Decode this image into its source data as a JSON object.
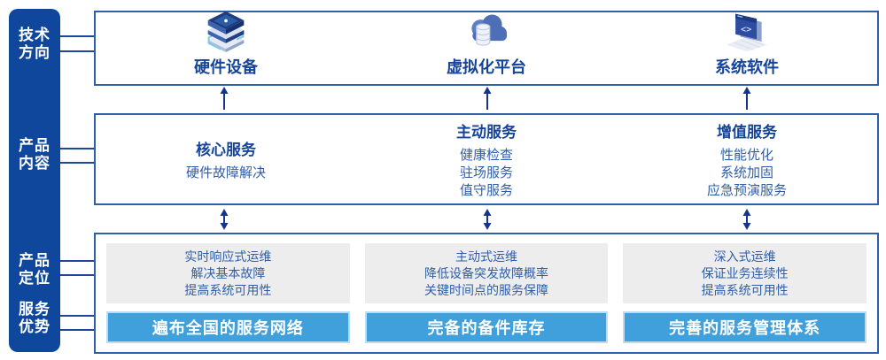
{
  "colors": {
    "sidebar_blue": "#0E479B",
    "box_border_blue": "#2E5FA8",
    "title_text_blue": "#15459B",
    "body_text_blue": "#2F5EA9",
    "panel_gray": "#EDEDED",
    "advantage_bar_blue": "#3FA0DC",
    "advantage_bar_edge": "#BADDF5",
    "arrow_navy": "#16348C",
    "text_white": "#FFFFFF"
  },
  "sidebar": {
    "items": [
      {
        "label": "技术\n方向"
      },
      {
        "label": "产品\n内容"
      },
      {
        "label": "产品\n定位"
      },
      {
        "label": "服务\n优势"
      }
    ]
  },
  "tech_row": {
    "items": [
      {
        "icon": "server-stack-icon",
        "label": "硬件设备"
      },
      {
        "icon": "cloud-database-icon",
        "label": "虚拟化平台"
      },
      {
        "icon": "software-window-icon",
        "label": "系统软件"
      }
    ]
  },
  "services_row": {
    "items": [
      {
        "title": "核心服务",
        "lines": [
          "硬件故障解决"
        ]
      },
      {
        "title": "主动服务",
        "lines": [
          "健康检查",
          "驻场服务",
          "值守服务"
        ]
      },
      {
        "title": "增值服务",
        "lines": [
          "性能优化",
          "系统加固",
          "应急预演服务"
        ]
      }
    ]
  },
  "positioning_row": {
    "items": [
      {
        "points": [
          "实时响应式运维",
          "解决基本故障",
          "提高系统可用性"
        ],
        "advantage": "遍布全国的服务网络"
      },
      {
        "points": [
          "主动式运维",
          "降低设备突发故障概率",
          "关键时间点的服务保障"
        ],
        "advantage": "完备的备件库存"
      },
      {
        "points": [
          "深入式运维",
          "保证业务连续性",
          "提高系统可用性"
        ],
        "advantage": "完善的服务管理体系"
      }
    ]
  }
}
